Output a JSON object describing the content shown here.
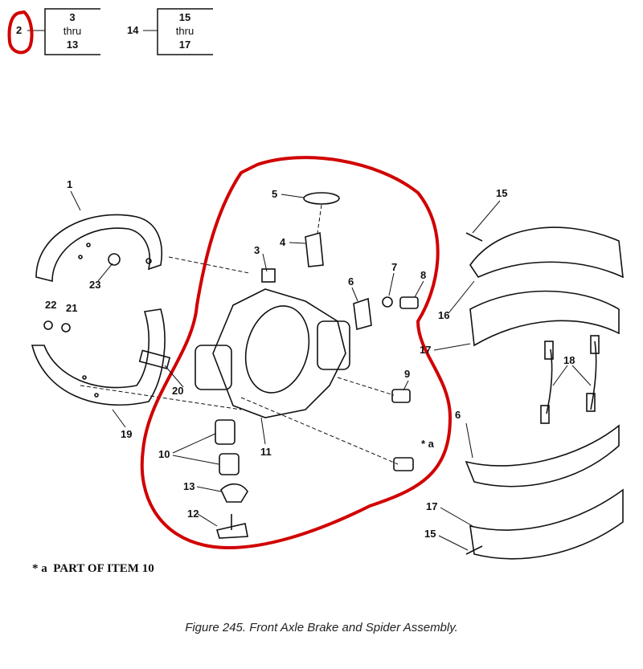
{
  "index": {
    "group1": {
      "ref": "2",
      "line1": "3",
      "line2": "thru",
      "line3": "13"
    },
    "group2": {
      "ref": "14",
      "line1": "15",
      "line2": "thru",
      "line3": "17"
    }
  },
  "callouts": [
    "1",
    "3",
    "4",
    "5",
    "6",
    "7",
    "8",
    "9",
    "10",
    "11",
    "12",
    "13",
    "15",
    "16",
    "17",
    "18",
    "19",
    "20",
    "21",
    "22",
    "23",
    "6",
    "17",
    "15",
    "* a"
  ],
  "note": {
    "marker": "* a",
    "text": "PART OF ITEM 10"
  },
  "caption": "Figure 245.  Front Axle Brake and Spider Assembly.",
  "colors": {
    "highlight": "#d10000",
    "ink": "#111111"
  }
}
